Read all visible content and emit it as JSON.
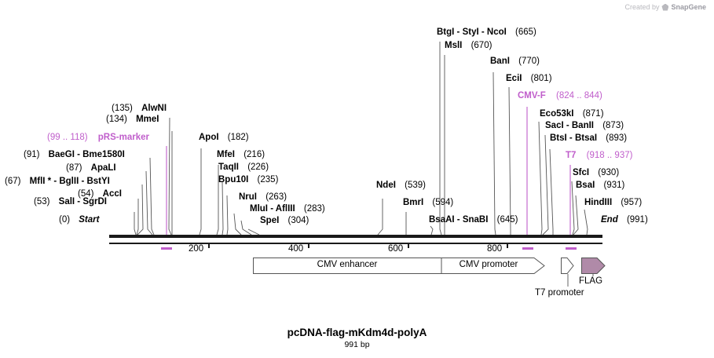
{
  "watermark": {
    "created_by": "Created by",
    "brand": "SnapGene"
  },
  "plasmid": {
    "name": "pcDNA-flag-mKdm4d-polyA",
    "length": "991 bp"
  },
  "ruler": {
    "start_label": "(0)",
    "start_text": "Start",
    "end_label": "(991)",
    "end_text": "End",
    "ticks": [
      {
        "label": "200",
        "pos": 200
      },
      {
        "label": "400",
        "pos": 400
      },
      {
        "label": "600",
        "pos": 600
      },
      {
        "label": "800",
        "pos": 800
      }
    ]
  },
  "features": [
    {
      "name": "CMV enhancer",
      "type": "arrow-right"
    },
    {
      "name": "CMV promoter",
      "type": "arrow-right"
    },
    {
      "name": "T7 promoter",
      "type": "arrow-right"
    },
    {
      "name": "FLAG",
      "type": "arrow-right"
    }
  ],
  "primers": [
    {
      "name": "pRS-marker",
      "range": "(99 .. 118)",
      "color": "#c05ecb"
    },
    {
      "name": "CMV-F",
      "range": "(824 .. 844)",
      "color": "#c05ecb"
    },
    {
      "name": "T7",
      "range": "(918 .. 937)",
      "color": "#c05ecb"
    }
  ],
  "enzyme_labels": [
    {
      "names": "SalI  -  SgrDI",
      "pos": "(53)"
    },
    {
      "names": "AccI",
      "pos": "(54)"
    },
    {
      "names": "MflI * - BglII  -  BstYI",
      "pos": "(67)"
    },
    {
      "names": "ApaLI",
      "pos": "(87)"
    },
    {
      "names": "BaeGI  -  Bme1580I",
      "pos": "(91)"
    },
    {
      "names": "MmeI",
      "pos": "(134)"
    },
    {
      "names": "AlwNI",
      "pos": "(135)"
    },
    {
      "names": "ApoI",
      "pos": "(182)"
    },
    {
      "names": "MfeI",
      "pos": "(216)"
    },
    {
      "names": "TaqII",
      "pos": "(226)"
    },
    {
      "names": "Bpu10I",
      "pos": "(235)"
    },
    {
      "names": "NruI",
      "pos": "(263)"
    },
    {
      "names": "MluI  -  AflIII",
      "pos": "(283)"
    },
    {
      "names": "SpeI",
      "pos": "(304)"
    },
    {
      "names": "NdeI",
      "pos": "(539)"
    },
    {
      "names": "BmrI",
      "pos": "(594)"
    },
    {
      "names": "BsaAI  -  SnaBI",
      "pos": "(645)"
    },
    {
      "names": "BtgI  -  StyI  -  NcoI",
      "pos": "(665)"
    },
    {
      "names": "MslI",
      "pos": "(670)"
    },
    {
      "names": "BanI",
      "pos": "(770)"
    },
    {
      "names": "EciI",
      "pos": "(801)"
    },
    {
      "names": "Eco53kI",
      "pos": "(871)"
    },
    {
      "names": "SacI  -  BanII",
      "pos": "(873)"
    },
    {
      "names": "BtsI  -  BtsaI",
      "pos": "(893)"
    },
    {
      "names": "SfcI",
      "pos": "(930)"
    },
    {
      "names": "BsaI",
      "pos": "(931)"
    },
    {
      "names": "HindIII",
      "pos": "(957)"
    }
  ],
  "labels": {
    "l_sal": "SalI  -  SgrDI",
    "p_sal": "(53)",
    "l_acc": "AccI",
    "p_acc": "(54)",
    "l_mfl": "MflI * - BglII  -  BstYI",
    "p_mfl": "(67)",
    "l_apal": "ApaLI",
    "p_apal": "(87)",
    "l_bae": "BaeGI  -  Bme1580I",
    "p_bae": "(91)",
    "l_mme": "MmeI",
    "p_mme": "(134)",
    "l_alw": "AlwNI",
    "p_alw": "(135)",
    "l_apo": "ApoI",
    "p_apo": "(182)",
    "l_mfe": "MfeI",
    "p_mfe": "(216)",
    "l_taq": "TaqII",
    "p_taq": "(226)",
    "l_bpu": "Bpu10I",
    "p_bpu": "(235)",
    "l_nru": "NruI",
    "p_nru": "(263)",
    "l_mlu": "MluI  -  AflIII",
    "p_mlu": "(283)",
    "l_spe": "SpeI",
    "p_spe": "(304)",
    "l_nde": "NdeI",
    "p_nde": "(539)",
    "l_bmr": "BmrI",
    "p_bmr": "(594)",
    "l_bsaai": "BsaAI  -  SnaBI",
    "p_bsaai": "(645)",
    "l_btg": "BtgI  -  StyI  -  NcoI",
    "p_btg": "(665)",
    "l_msl": "MslI",
    "p_msl": "(670)",
    "l_ban": "BanI",
    "p_ban": "(770)",
    "l_eci": "EciI",
    "p_eci": "(801)",
    "l_eco": "Eco53kI",
    "p_eco": "(871)",
    "l_sac": "SacI  -  BanII",
    "p_sac": "(873)",
    "l_bts": "BtsI  -  BtsaI",
    "p_bts": "(893)",
    "l_sfc": "SfcI",
    "p_sfc": "(930)",
    "l_bsai": "BsaI",
    "p_bsai": "(931)",
    "l_hind": "HindIII",
    "p_hind": "(957)",
    "f_prs": "pRS-marker",
    "fp_prs": "(99 .. 118)",
    "f_cmvf": "CMV-F",
    "fp_cmvf": "(824 .. 844)",
    "f_t7": "T7",
    "fp_t7": "(918 .. 937)",
    "start_pos": "(0)",
    "start_txt": "Start",
    "end_pos": "(991)",
    "end_txt": "End",
    "enhancer": "CMV enhancer",
    "promoter": "CMV promoter",
    "t7prom": "T7 promoter",
    "flag": "FLAG",
    "tick200": "200",
    "tick400": "400",
    "tick600": "600",
    "tick800": "800"
  }
}
